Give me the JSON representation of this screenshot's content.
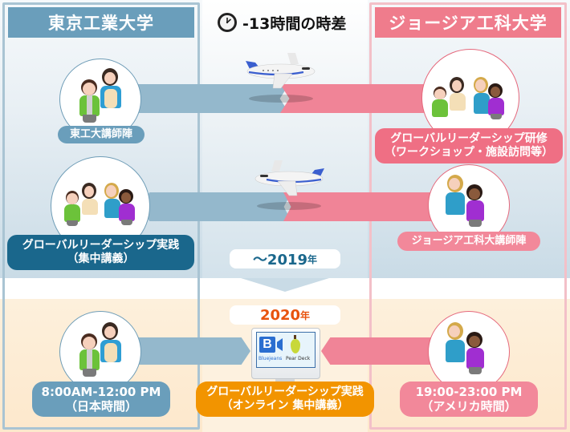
{
  "header": {
    "left_university": "東京工業大学",
    "time_difference": "-13時間の時差",
    "right_university": "ジョージア工科大学"
  },
  "icons": {
    "clock": "clock-icon",
    "airplane": "airplane-icon",
    "computer": "computer-monitor-icon",
    "bluejeans": "bluejeans-logo",
    "peardeck": "pear-deck-logo"
  },
  "section_2019": {
    "row1": {
      "left_label": "東工大講師陣",
      "right_label_line1": "グローバルリーダーシップ研修",
      "right_label_line2": "（ワークショップ・施設訪問等）"
    },
    "row2": {
      "left_label_line1": "グローバルリーダーシップ実践",
      "left_label_line2": "（集中講義）",
      "right_label": "ジョージア工科大講師陣"
    },
    "year_label": "〜2019",
    "year_suffix": "年"
  },
  "section_2020": {
    "year_label": "2020",
    "year_suffix": "年",
    "left_time_line1": "8:00AM-12:00 PM",
    "left_time_line2": "（日本時間）",
    "center_label_line1": "グローバルリーダーシップ実践",
    "center_label_line2": "（オンライン 集中講義）",
    "right_time_line1": "19:00-23:00 PM",
    "right_time_line2": "（アメリカ時間）",
    "tools": [
      "Bluejeans",
      "Pear Deck"
    ]
  },
  "colors": {
    "tokyo_tech_blue": "#6a9ebb",
    "dark_blue": "#1a678c",
    "georgia_tech_pink": "#ef7c8c",
    "online_orange": "#f29400",
    "year_2019_text": "#1a678c",
    "year_2020_text": "#e8530e"
  }
}
